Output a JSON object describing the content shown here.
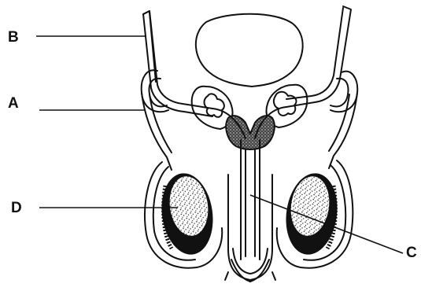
{
  "diagram": {
    "labels": {
      "A": "A",
      "B": "B",
      "C": "C",
      "D": "D"
    },
    "colors": {
      "ink": "#111111",
      "background": "#ffffff"
    }
  }
}
